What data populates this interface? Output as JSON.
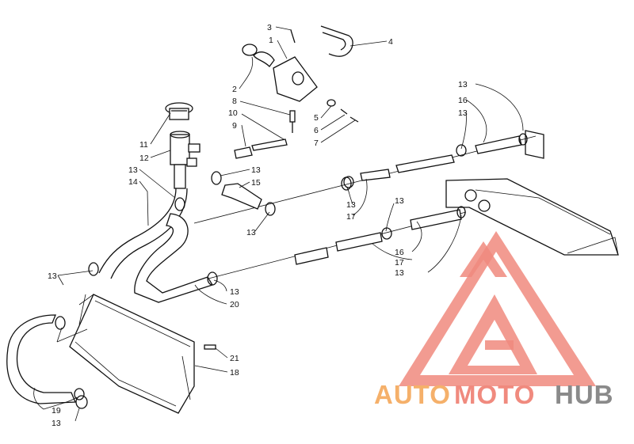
{
  "callouts": [
    {
      "num": "3"
    },
    {
      "num": "1"
    },
    {
      "num": "4"
    },
    {
      "num": "2"
    },
    {
      "num": "8"
    },
    {
      "num": "10"
    },
    {
      "num": "9"
    },
    {
      "num": "5"
    },
    {
      "num": "6"
    },
    {
      "num": "7"
    },
    {
      "num": "11"
    },
    {
      "num": "12"
    },
    {
      "num": "13"
    },
    {
      "num": "14"
    },
    {
      "num": "13"
    },
    {
      "num": "15"
    },
    {
      "num": "13"
    },
    {
      "num": "13"
    },
    {
      "num": "16"
    },
    {
      "num": "13"
    },
    {
      "num": "13"
    },
    {
      "num": "17"
    },
    {
      "num": "13"
    },
    {
      "num": "16"
    },
    {
      "num": "17"
    },
    {
      "num": "13"
    },
    {
      "num": "13"
    },
    {
      "num": "20"
    },
    {
      "num": "13"
    },
    {
      "num": "21"
    },
    {
      "num": "18"
    },
    {
      "num": "19"
    },
    {
      "num": "13"
    }
  ],
  "watermark": {
    "part1": "AUTO",
    "part2": "MOTO",
    "part3": "HUB",
    "color_orange": "#f5b06a",
    "color_red": "#f08a7e",
    "color_gray": "#8a8a8a"
  }
}
